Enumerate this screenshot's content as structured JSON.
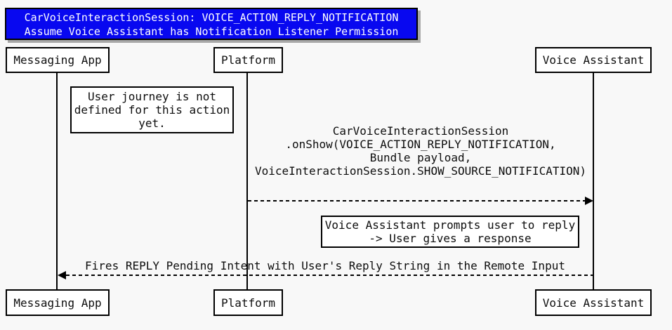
{
  "diagram": {
    "type": "sequence",
    "title": {
      "line1": "CarVoiceInteractionSession: VOICE_ACTION_REPLY_NOTIFICATION",
      "line2": "Assume Voice Assistant has Notification Listener Permission"
    },
    "participants": [
      {
        "label": "Messaging App"
      },
      {
        "label": "Platform"
      },
      {
        "label": "Voice Assistant"
      }
    ],
    "note1": {
      "line1": "User journey is not",
      "line2": "defined for this action",
      "line3": "yet."
    },
    "message1": {
      "from": "Platform",
      "to": "Voice Assistant",
      "line1": "CarVoiceInteractionSession",
      "line2": ".onShow(VOICE_ACTION_REPLY_NOTIFICATION,",
      "line3": "Bundle payload,",
      "line4": "VoiceInteractionSession.SHOW_SOURCE_NOTIFICATION)"
    },
    "note2": {
      "line1": "Voice Assistant prompts user to reply",
      "line2": "-> User gives a response"
    },
    "message2": {
      "from": "Voice Assistant",
      "to": "Messaging App",
      "label": "Fires REPLY Pending Intent with User's Reply String in the Remote Input"
    },
    "colors": {
      "background": "#f8f8f8",
      "title_bg": "#0808f0",
      "title_text": "#ffffff",
      "box_bg": "#ffffff",
      "line": "#000000",
      "shadow": "#a9a9a9"
    }
  }
}
